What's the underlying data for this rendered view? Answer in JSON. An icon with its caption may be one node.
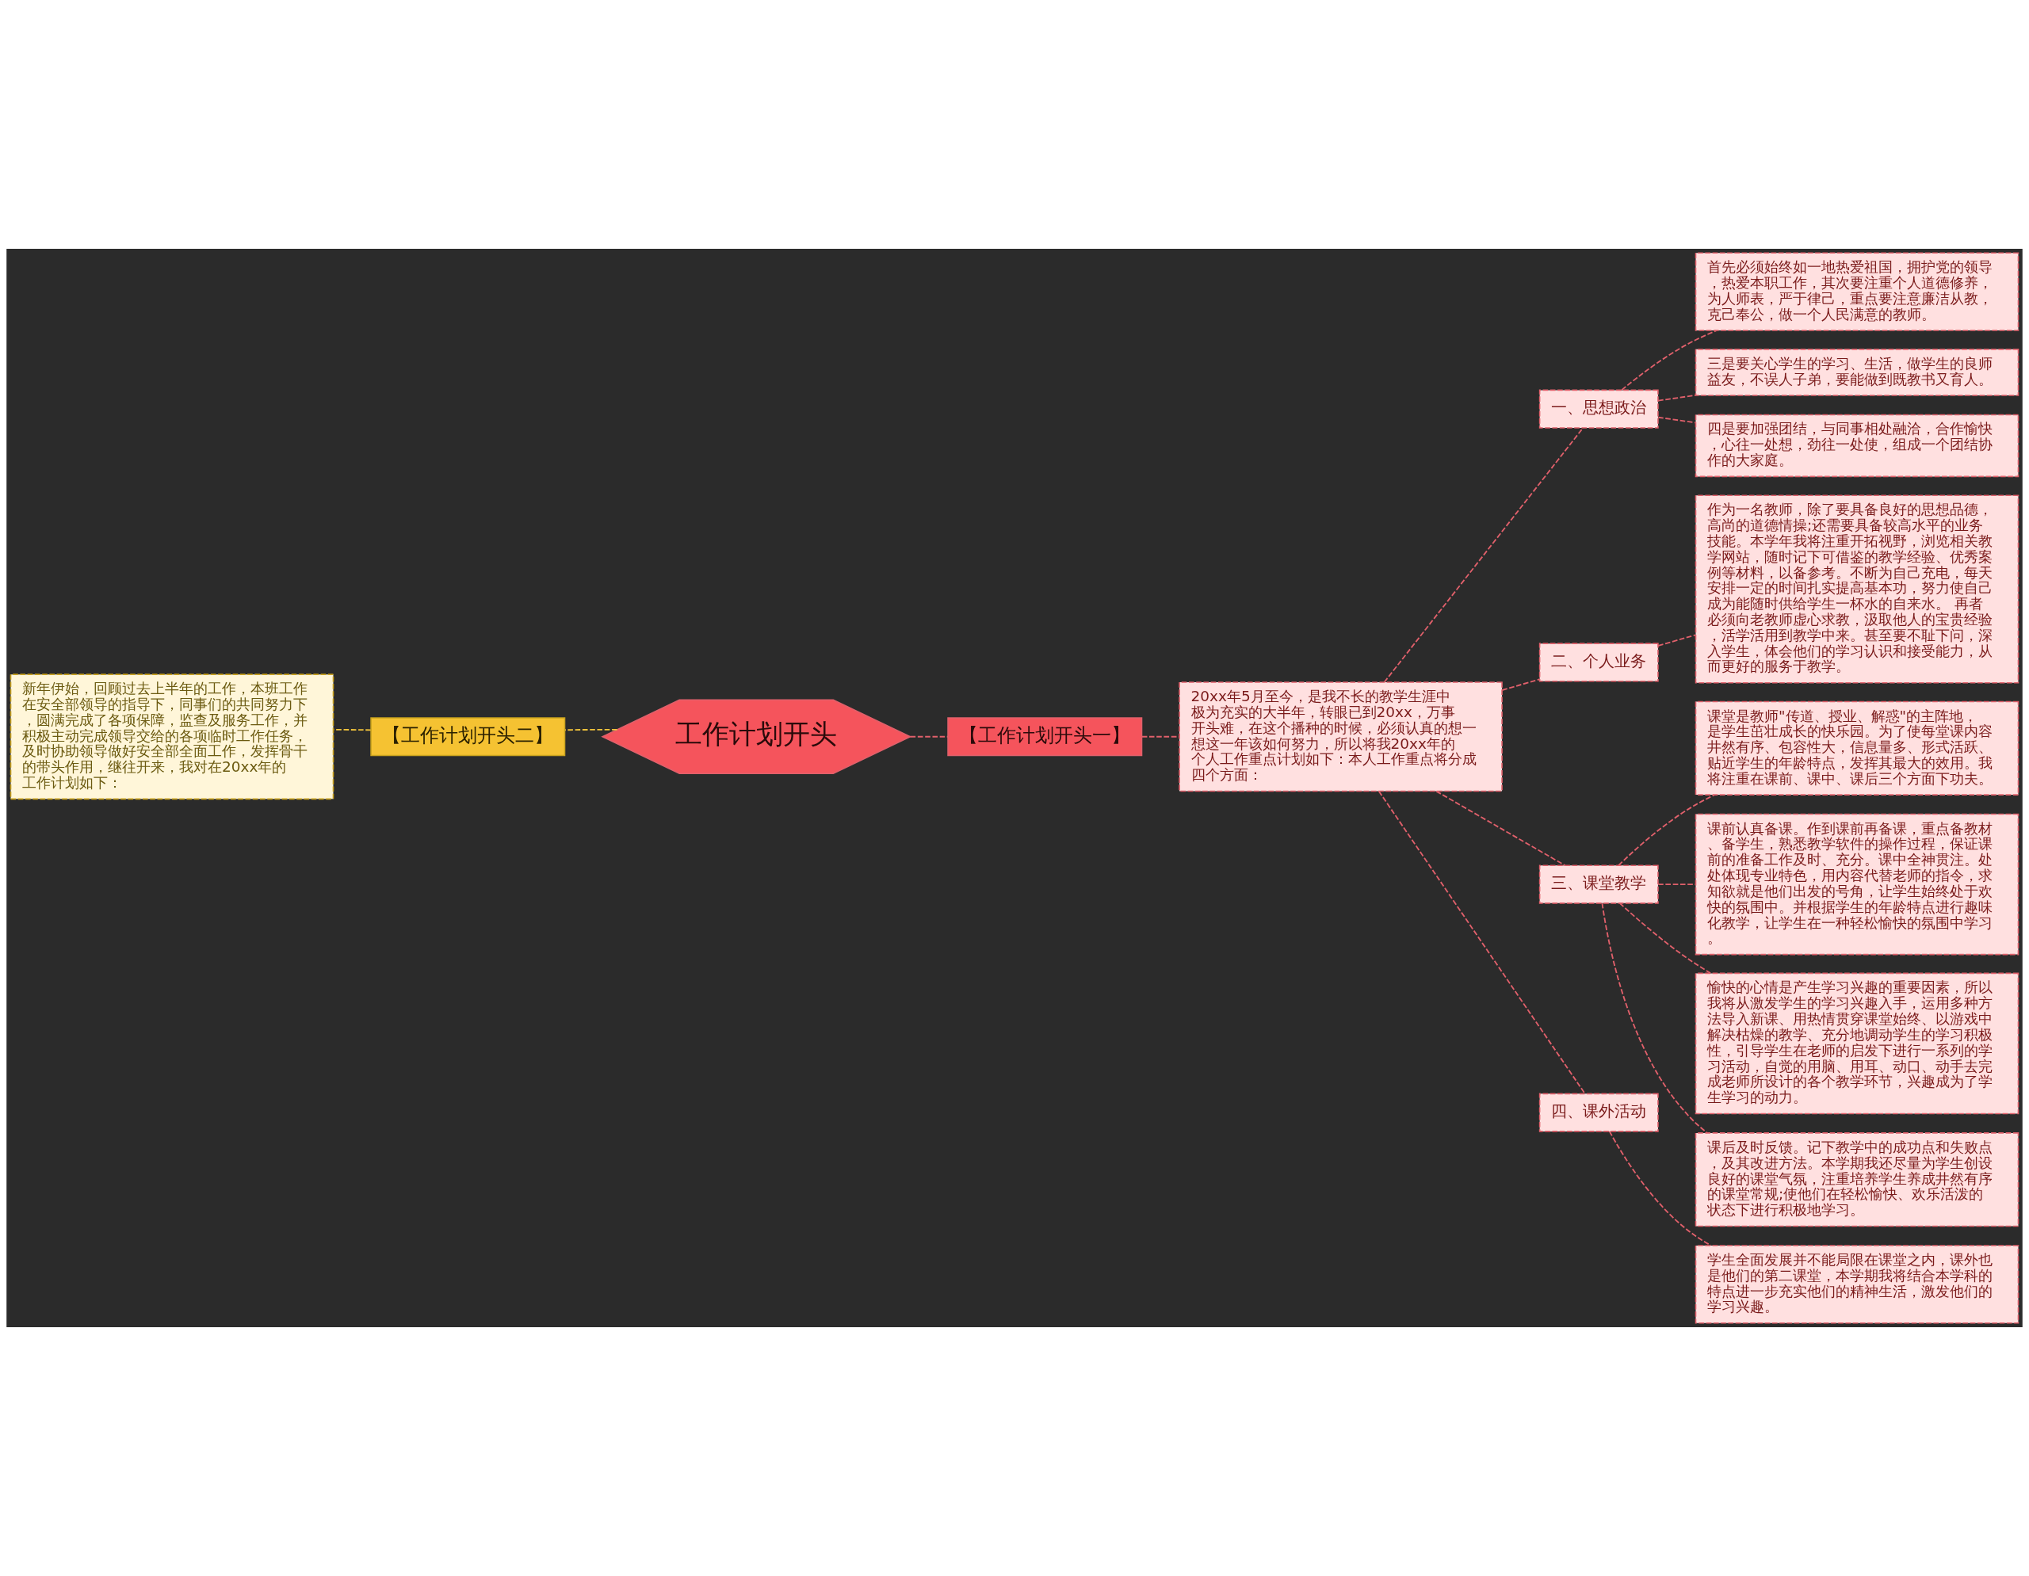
{
  "diagram": {
    "nodes": [
      {
        "text": [
          "工作计划开头"
        ]
      },
      {
        "text": [
          "【工作计划开头二】"
        ]
      },
      {
        "text": [
          "新年伊始，回顾过去上半年的工作，本班工作在安全部领导的指导下，同事们的共同努力下，圆满完成了各项保障，监查及服务工作，并积极主动完成领导交给的各项临时工作任务，及时协助领导做好安全部全面工作，发挥骨干的带头作用，继往开来，我对在20xx年的工作计划如下："
        ]
      },
      {
        "text": [
          "【工作计划开头一】"
        ]
      },
      {
        "text": [
          "20xx年5月至今，是我不长的教学生涯中极为充实的大半年，转眼已到20xx，万事开头难，在这个播种的时候，必须认真的想一想这一年该如何努力，所以将我20xx年的个人工作重点计划如下：本人工作重点将分成四个方面："
        ]
      },
      {
        "text": [
          "一、思想政治"
        ]
      },
      {
        "text": [
          "首先必须始终如一地热爱祖国，拥护党的领导，热爱本职工作，其次要注重个人道德修养，为人师表，严于律己，重点要注意廉洁从教，克己奉公，做一个人民满意的教师。"
        ]
      },
      {
        "text": [
          "三是要关心学生的学习、生活，做学生的良师益友，不误人子弟，要能做到既教书又育人。"
        ]
      },
      {
        "text": [
          "四是要加强团结，与同事相处融洽，合作愉快，心往一处想，劲往一处使，组成一个团结协作的大家庭。"
        ]
      },
      {
        "text": [
          "二、个人业务"
        ]
      },
      {
        "text": [
          "作为一名教师，除了要具备良好的思想品德，高尚的道德情操;还需要具备较高水平的业务技能。本学年我将注重开拓视野，浏览相关教学网站，随时记下可借鉴的教学经验、优秀案例等材料，以备参考。不断为自己充电，每天安排一定的时间扎实提高基本功，努力使自己成为能随时供给学生一杯水的自来水。 再者必须向老教师虚心求教，汲取他人的宝贵经验，活学活用到教学中来。甚至要不耻下问，深入学生，体会他们的学习认识和接受能力，从而更好的服务于教学。"
        ]
      },
      {
        "text": [
          "三、课堂教学"
        ]
      },
      {
        "text": [
          "课堂是教师\"传道、授业、解惑\"的主阵地，是学生茁壮成长的快乐园。为了使每堂课内容井然有序、包容性大，信息量多、形式活跃、贴近学生的年龄特点，发挥其最大的效用。我将注重在课前、课中、课后三个方面下功夫。"
        ]
      },
      {
        "text": [
          "课前认真备课。作到课前再备课，重点备教材、备学生，熟悉教学软件的操作过程，保证课前的准备工作及时、充分。课中全神贯注。处处体现专业特色，用内容代替老师的指令，求知欲就是他们出发的号角，让学生始终处于欢快的氛围中。并根据学生的年龄特点进行趣味化教学，让学生在一种轻松愉快的氛围中学习。"
        ]
      },
      {
        "text": [
          "愉快的心情是产生学习兴趣的重要因素，所以我将从激发学生的学习兴趣入手，运用多种方法导入新课、用热情贯穿课堂始终、以游戏中解决枯燥的教学、充分地调动学生的学习积极性，引导学生在老师的启发下进行一系列的学习活动，自觉的用脑、用耳、动口、动手去完成老师所设计的各个教学环节，兴趣成为了学生学习的动力。"
        ]
      },
      {
        "text": [
          "课后及时反馈。记下教学中的成功点和失败点，及其改进方法。本学期我还尽量为学生创设良好的课堂气氛，注重培养学生养成井然有序的课堂常规;使他们在轻松愉快、欢乐活泼的状态下进行积极地学习。"
        ]
      },
      {
        "text": [
          "四、课外活动"
        ]
      },
      {
        "text": [
          "学生全面发展并不能局限在课堂之内，课外也是他们的第二课堂，本学期我将结合本学科的特点进一步充实他们的精神生活，激发他们的学习兴趣。"
        ]
      }
    ],
    "edges": [
      {
        "from": 0,
        "to": 1,
        "arrow": "none",
        "color": "#f2c43c"
      },
      {
        "from": 1,
        "to": 2,
        "arrow": "none",
        "color": "#f2c43c"
      },
      {
        "from": 0,
        "to": 3,
        "arrow": "none"
      },
      {
        "from": 3,
        "to": 4,
        "arrow": "none"
      },
      {
        "from": 4,
        "to": 5,
        "arrow": "none"
      },
      {
        "from": 5,
        "to": 6,
        "arrow": "none"
      },
      {
        "from": 5,
        "to": 7,
        "arrow": "none"
      },
      {
        "from": 5,
        "to": 8,
        "arrow": "none"
      },
      {
        "from": 4,
        "to": 9,
        "arrow": "none"
      },
      {
        "from": 9,
        "to": 10,
        "arrow": "none"
      },
      {
        "from": 4,
        "to": 11,
        "arrow": "none"
      },
      {
        "from": 11,
        "to": 12,
        "arrow": "none"
      },
      {
        "from": 11,
        "to": 13,
        "arrow": "none"
      },
      {
        "from": 11,
        "to": 14,
        "arrow": "none"
      },
      {
        "from": 11,
        "to": 15,
        "arrow": "none"
      },
      {
        "from": 4,
        "to": 16,
        "arrow": "none"
      },
      {
        "from": 16,
        "to": 17,
        "arrow": "none"
      }
    ]
  }
}
